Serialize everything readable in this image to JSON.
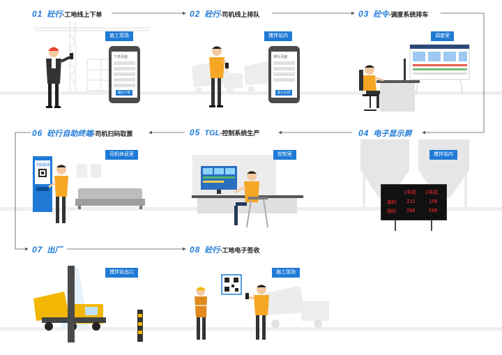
{
  "steps": [
    {
      "num": "01",
      "title": "砼行",
      "subtitle": "-工地线上下单",
      "tag": "施工现场"
    },
    {
      "num": "02",
      "title": "砼行",
      "subtitle": "-司机线上排队",
      "tag": "搅拌站内"
    },
    {
      "num": "03",
      "title": "砼令",
      "subtitle": "-调度系统排车",
      "tag": "调度室"
    },
    {
      "num": "04",
      "title": "电子显示屏",
      "subtitle": "",
      "tag": "搅拌站内"
    },
    {
      "num": "05",
      "title": "TGL",
      "subtitle": "-控制系统生产",
      "tag": "控制室"
    },
    {
      "num": "06",
      "title": "砼行自助终端",
      "subtitle": "-司机扫码取票",
      "tag": "司机休息室"
    },
    {
      "num": "07",
      "title": "出厂",
      "subtitle": "",
      "tag": "搅拌站出口"
    },
    {
      "num": "08",
      "title": "砼行",
      "subtitle": "-工地电子签收",
      "tag": "施工现场"
    }
  ],
  "phone1": {
    "header": "下单页面",
    "button": "确认下单"
  },
  "phone2": {
    "header": "排队页面",
    "button": "加入队列"
  },
  "kiosk": {
    "header": "扫码取票"
  },
  "led_board": {
    "col1": "1号机",
    "col2": "2号机",
    "row1_label": "装料",
    "row1_v1": "Z11",
    "row1_v2": "156",
    "row2_label": "排队",
    "row2_v1": "Z88",
    "row2_v2": "566"
  },
  "colors": {
    "accent": "#1f7ad6",
    "worker_shirt": "#f5a623",
    "truck": "#f2b705",
    "led_text": "#ff2a2a"
  }
}
